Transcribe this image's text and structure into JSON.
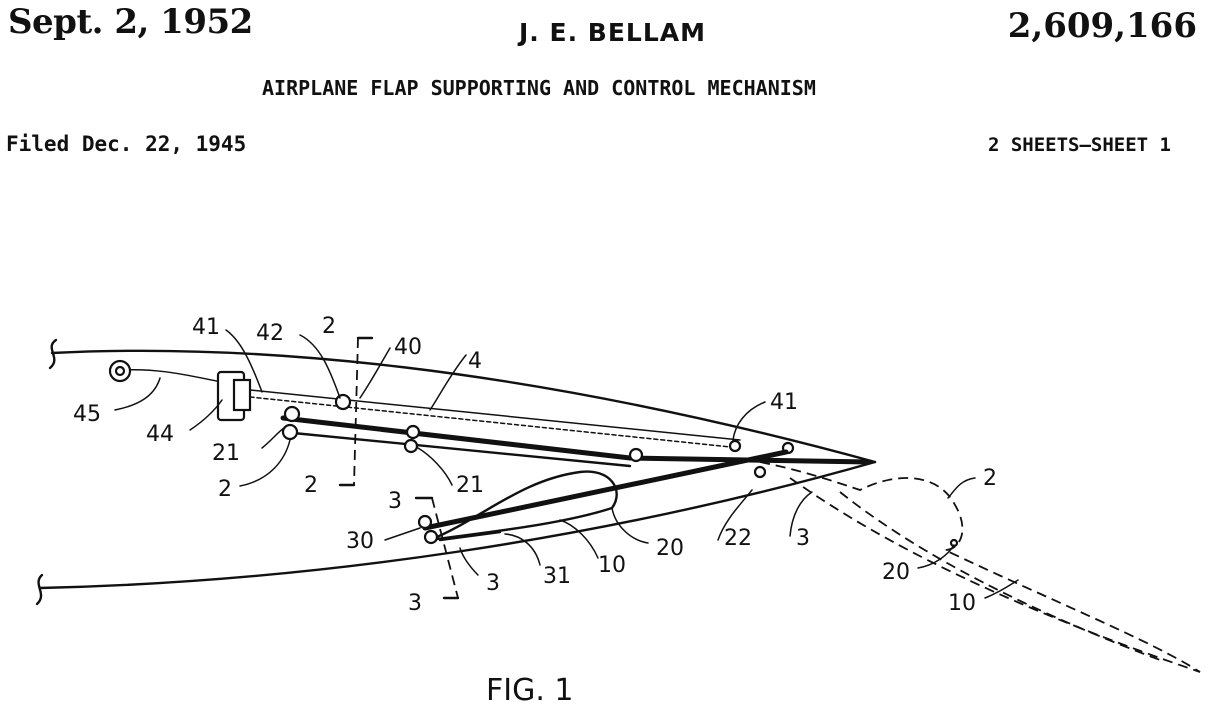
{
  "header": {
    "date": "Sept. 2, 1952",
    "inventor": "J. E. BELLAM",
    "patent_number": "2,609,166",
    "title": "AIRPLANE FLAP SUPPORTING AND CONTROL MECHANISM",
    "filed": "Filed Dec. 22, 1945",
    "sheets": "2 SHEETS—SHEET 1"
  },
  "figure": {
    "caption": "FIG. 1",
    "labels": {
      "n41a": "41",
      "n42": "42",
      "n2_sec_top": "2",
      "n40": "40",
      "n4": "4",
      "n45": "45",
      "n41b": "41",
      "n44": "44",
      "n21a": "21",
      "n2a": "2",
      "n2_sec_bot": "2",
      "n21b": "21",
      "n3_sec_top": "3",
      "n30": "30",
      "n20a": "20",
      "n22": "22",
      "n3a": "3",
      "n2b": "2",
      "n10a": "10",
      "n31": "31",
      "n3b": "3",
      "n3_sec_bot": "3",
      "n20b": "20",
      "n10b": "10"
    }
  }
}
